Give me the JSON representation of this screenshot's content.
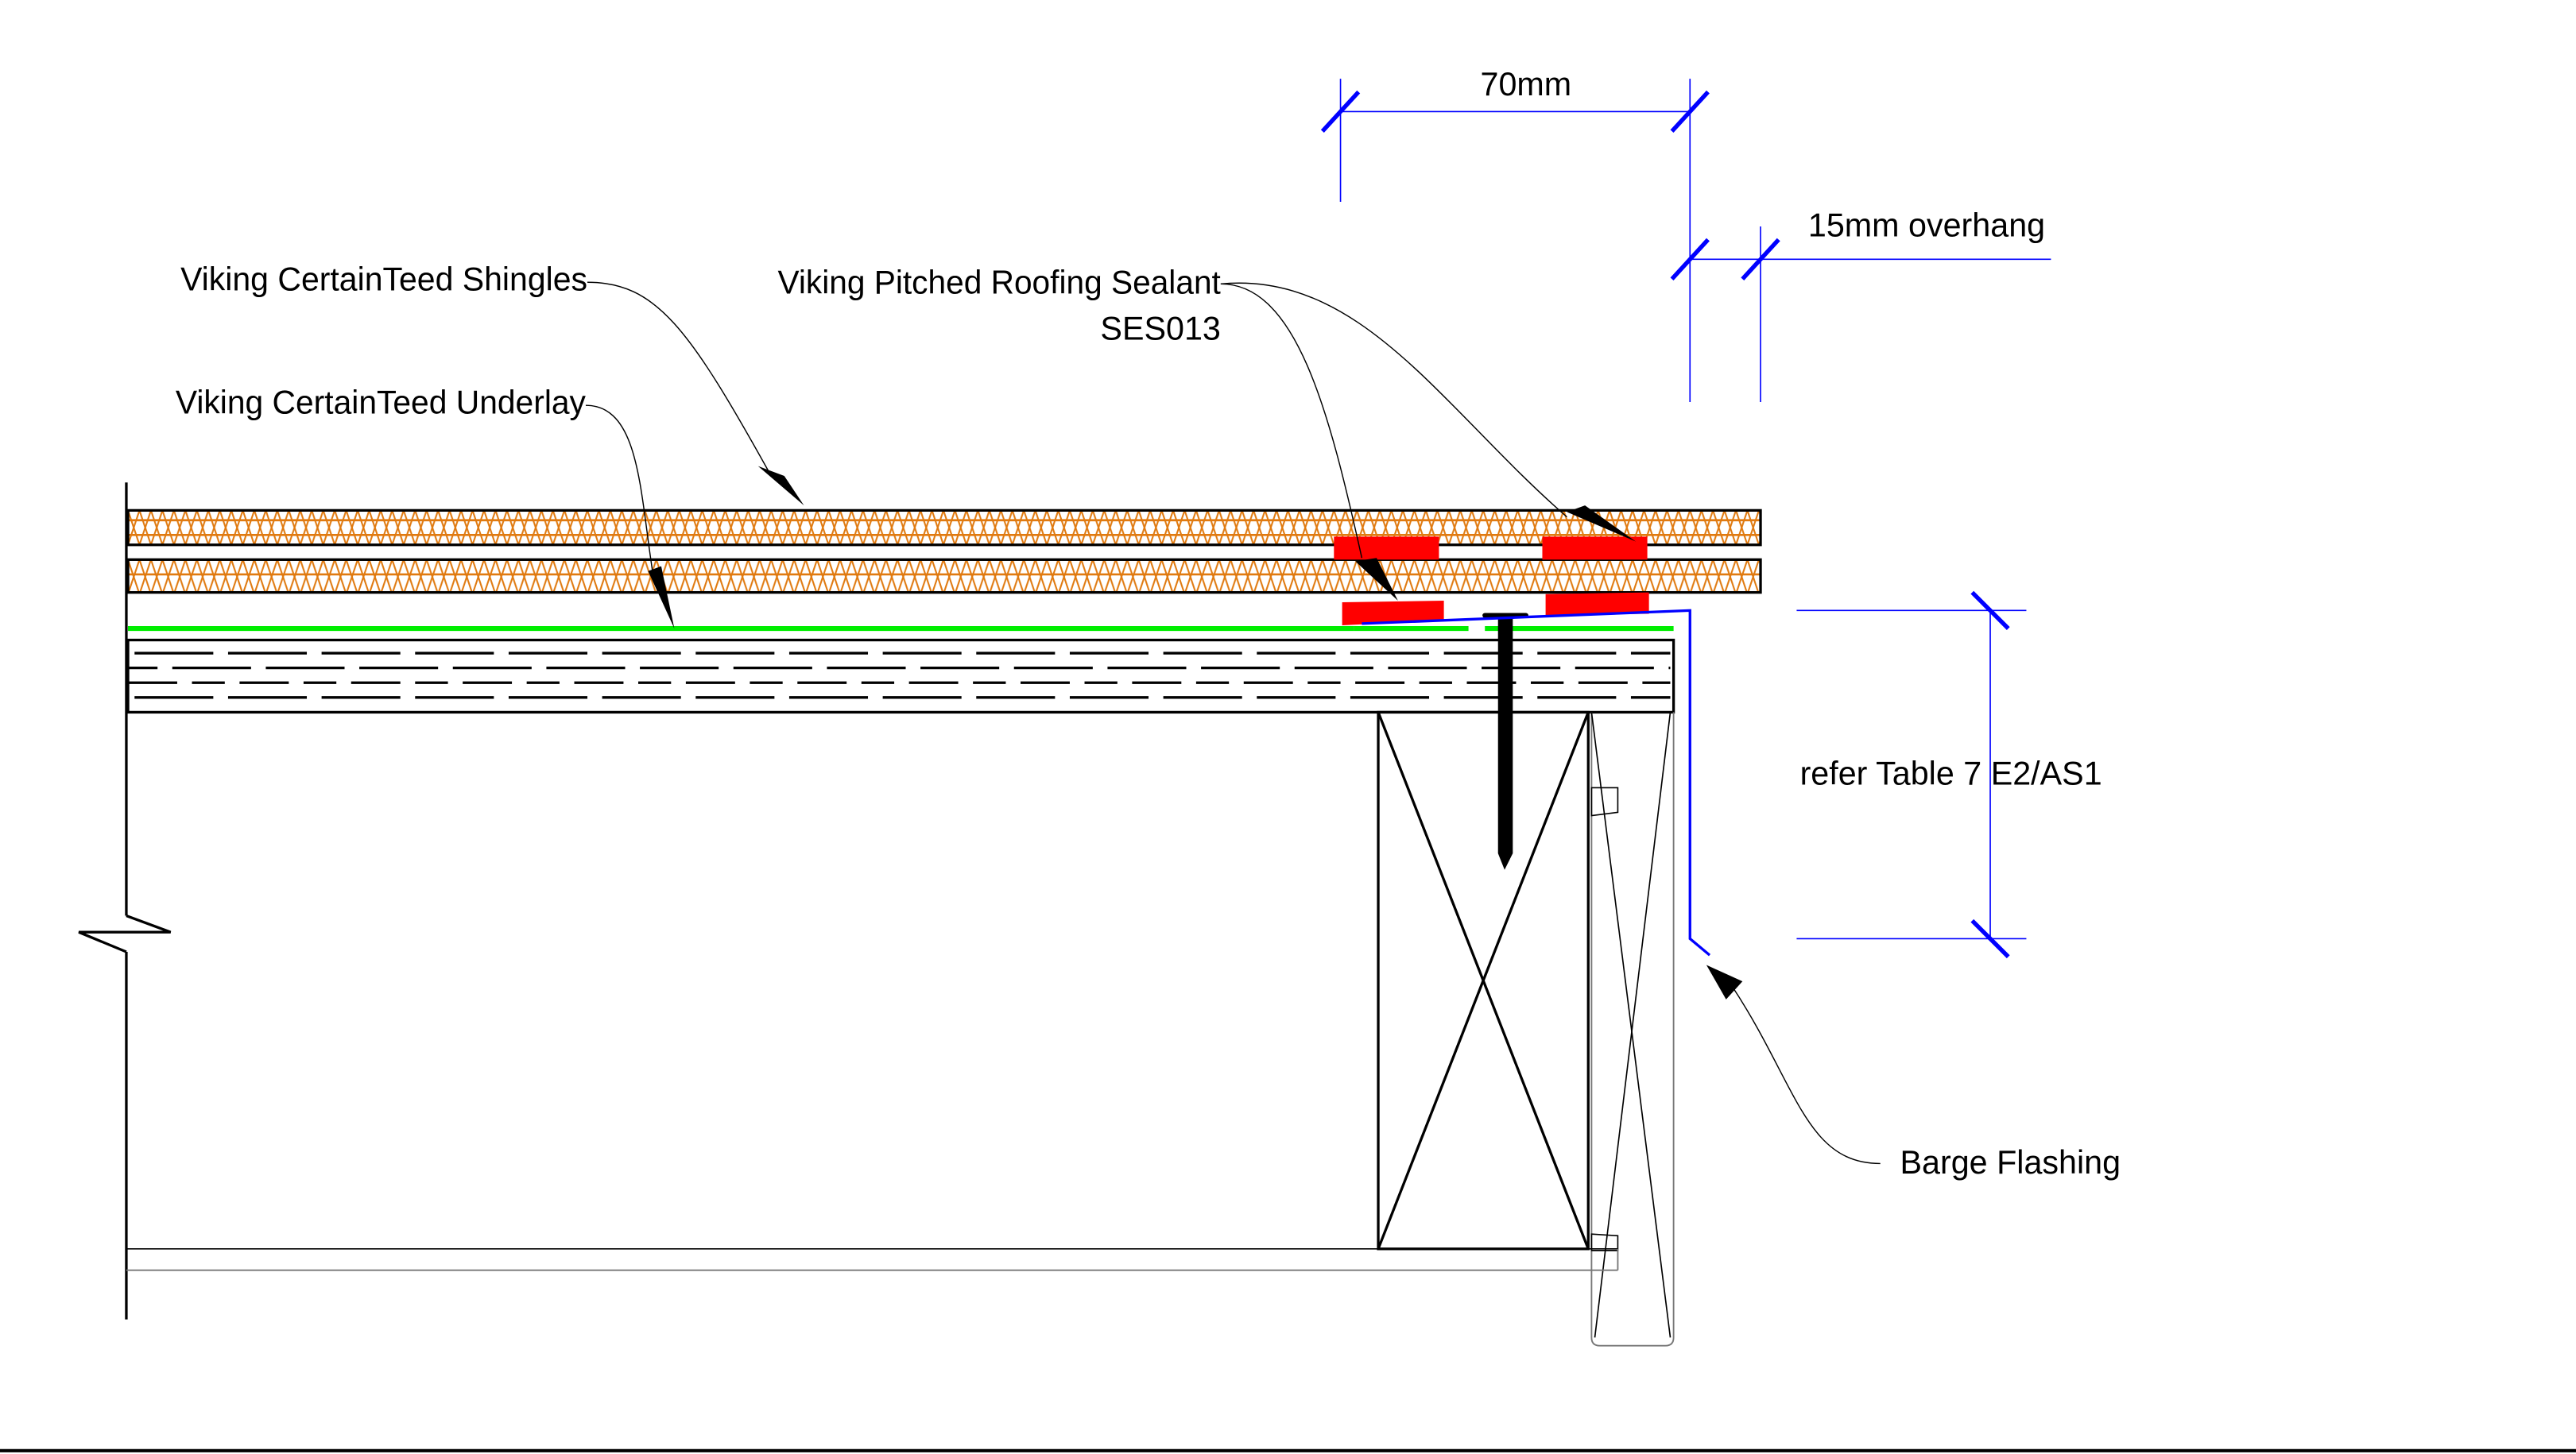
{
  "drawing": {
    "labels": {
      "shingles": "Viking CertainTeed Shingles",
      "underlay": "Viking CertainTeed Underlay",
      "sealant_line1": "Viking Pitched Roofing Sealant",
      "sealant_line2": "SES013",
      "barge_flashing": "Barge Flashing"
    },
    "dimensions": {
      "top_width": "70mm",
      "overhang": "15mm overhang",
      "vertical_ref": "refer Table 7 E2/AS1"
    },
    "colors": {
      "shingle_hatch": "#e07a10",
      "sealant": "#ff0000",
      "underlay": "#00ee00",
      "flashing": "#0000ff",
      "dimension": "#0000ff",
      "line": "#000000"
    }
  }
}
